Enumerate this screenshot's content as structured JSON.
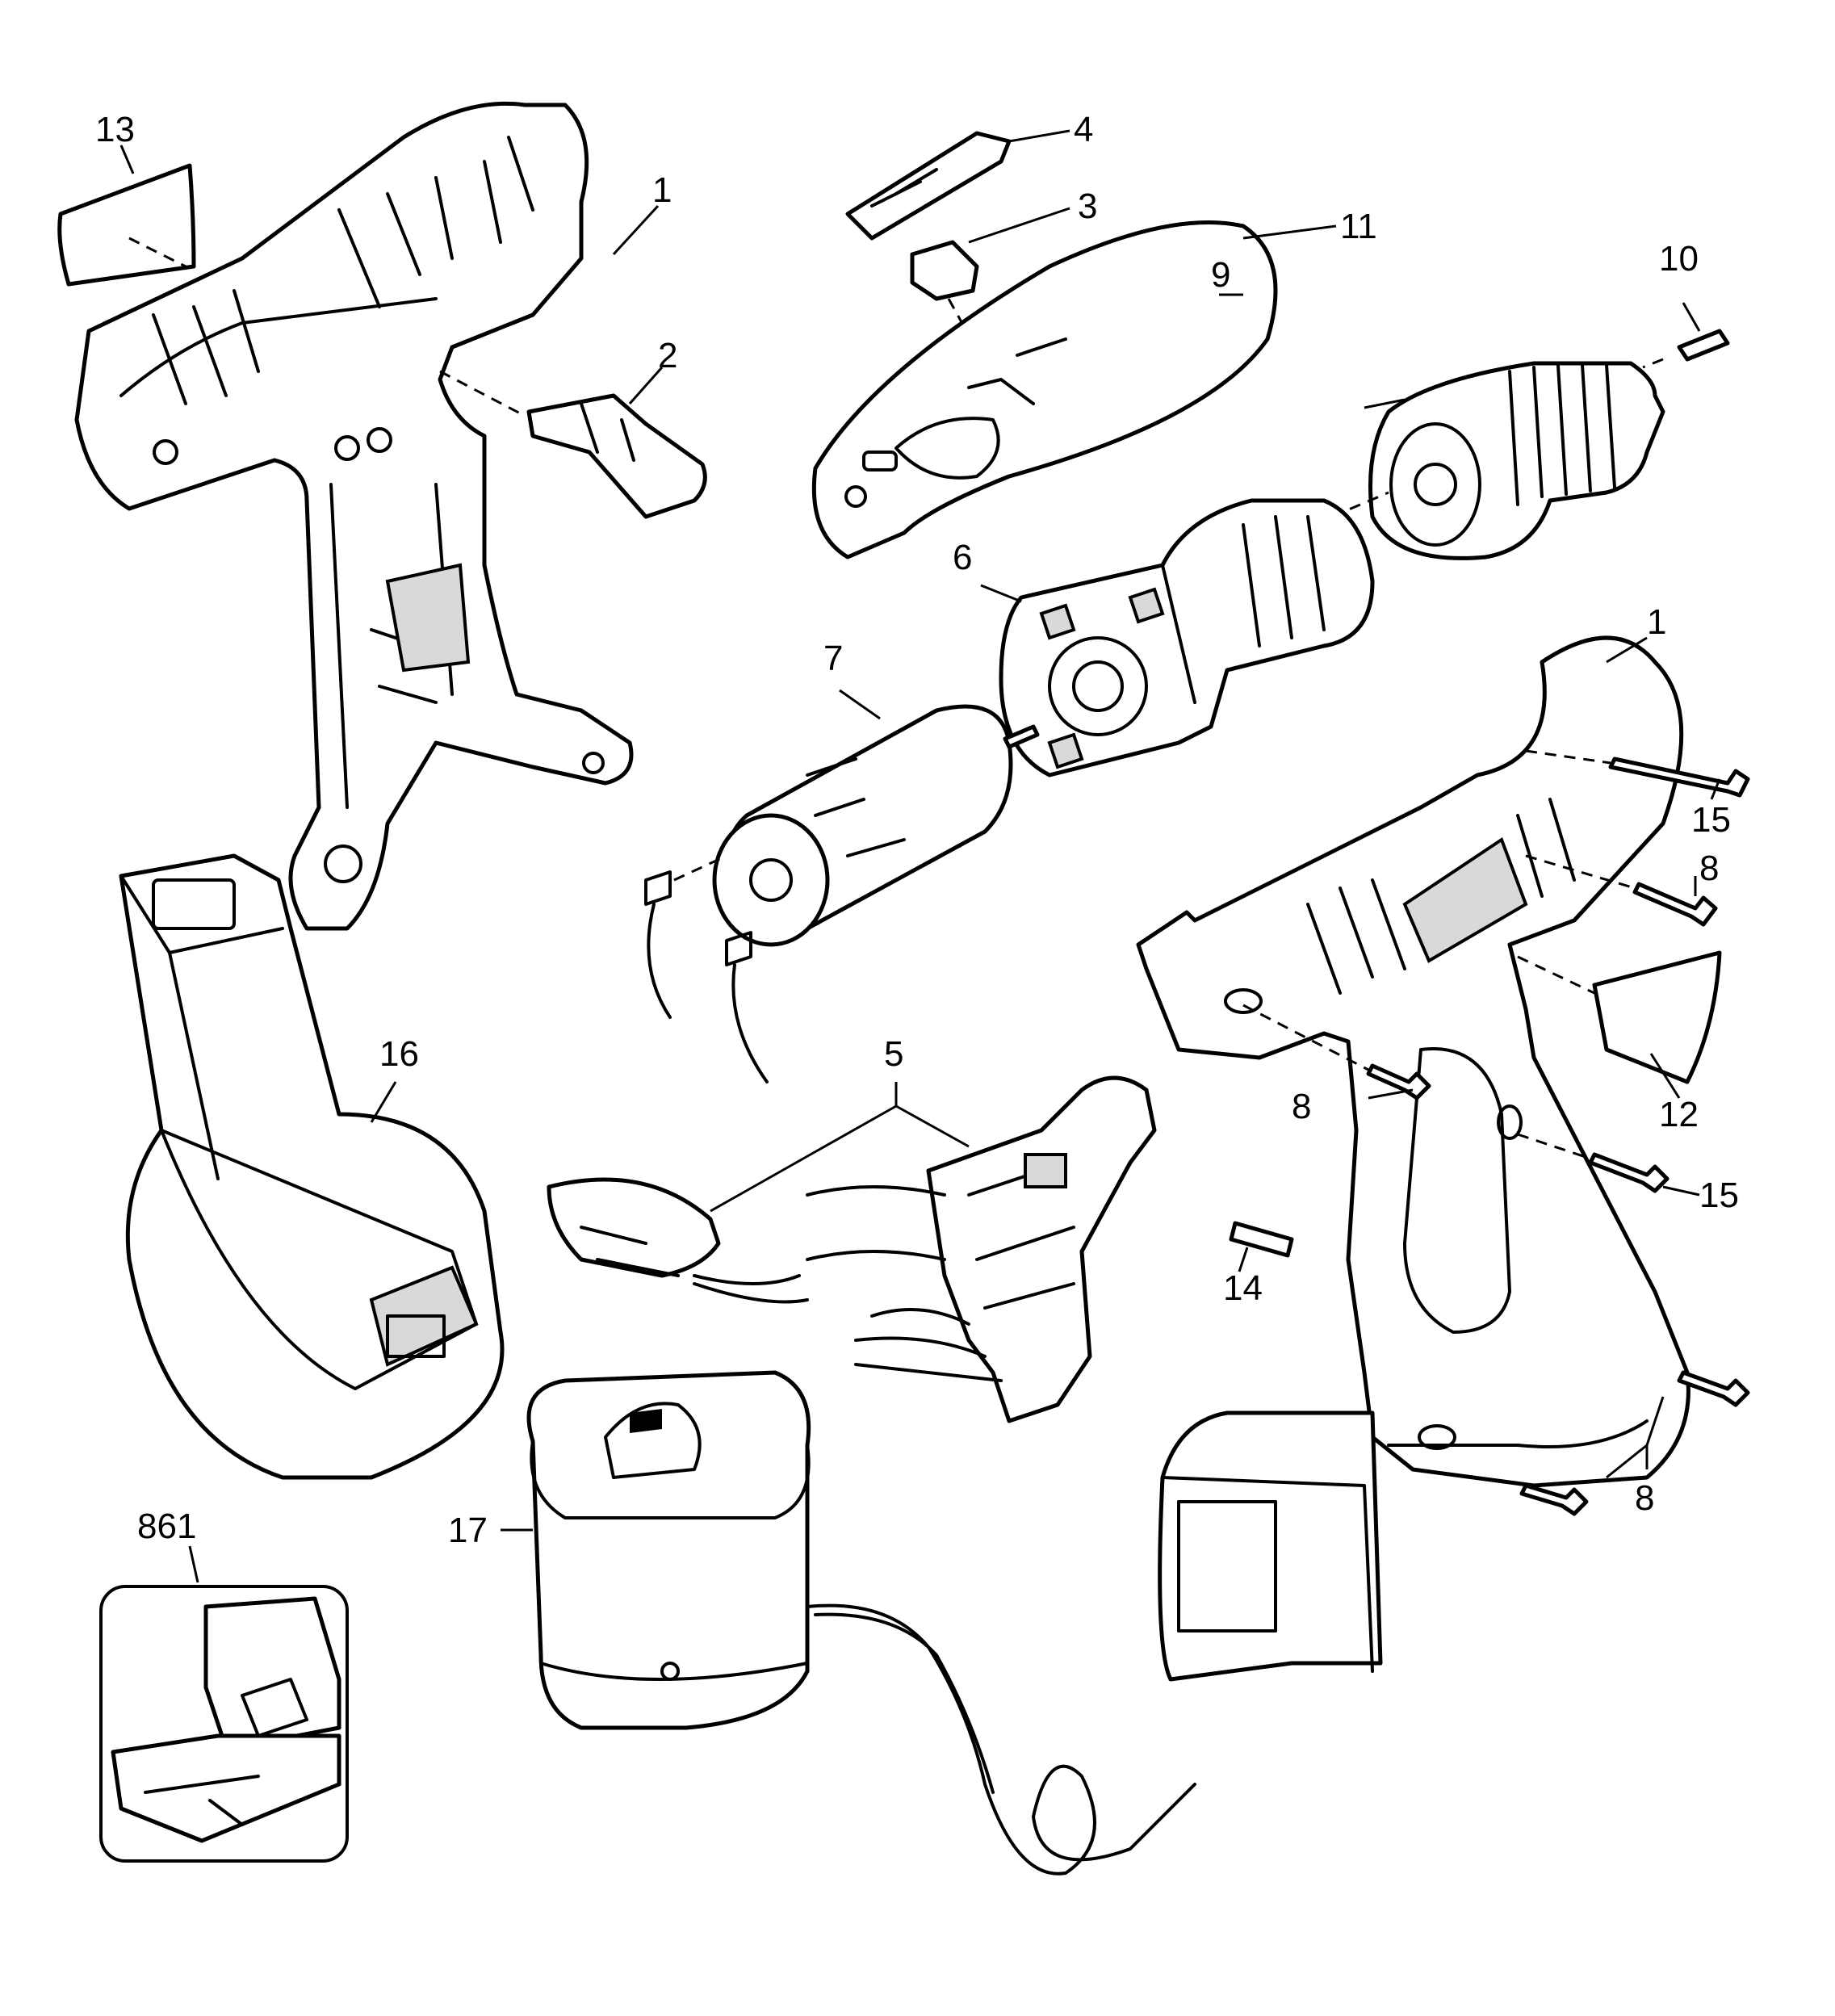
{
  "callouts": {
    "c1a": "1",
    "c1b": "1",
    "c2": "2",
    "c3": "3",
    "c4": "4",
    "c5": "5",
    "c6": "6",
    "c7": "7",
    "c8a": "8",
    "c8b": "8",
    "c8c": "8",
    "c9": "9",
    "c10": "10",
    "c11": "11",
    "c12": "12",
    "c13": "13",
    "c14": "14",
    "c15a": "15",
    "c15b": "15",
    "c16": "16",
    "c17": "17",
    "c861": "861"
  }
}
